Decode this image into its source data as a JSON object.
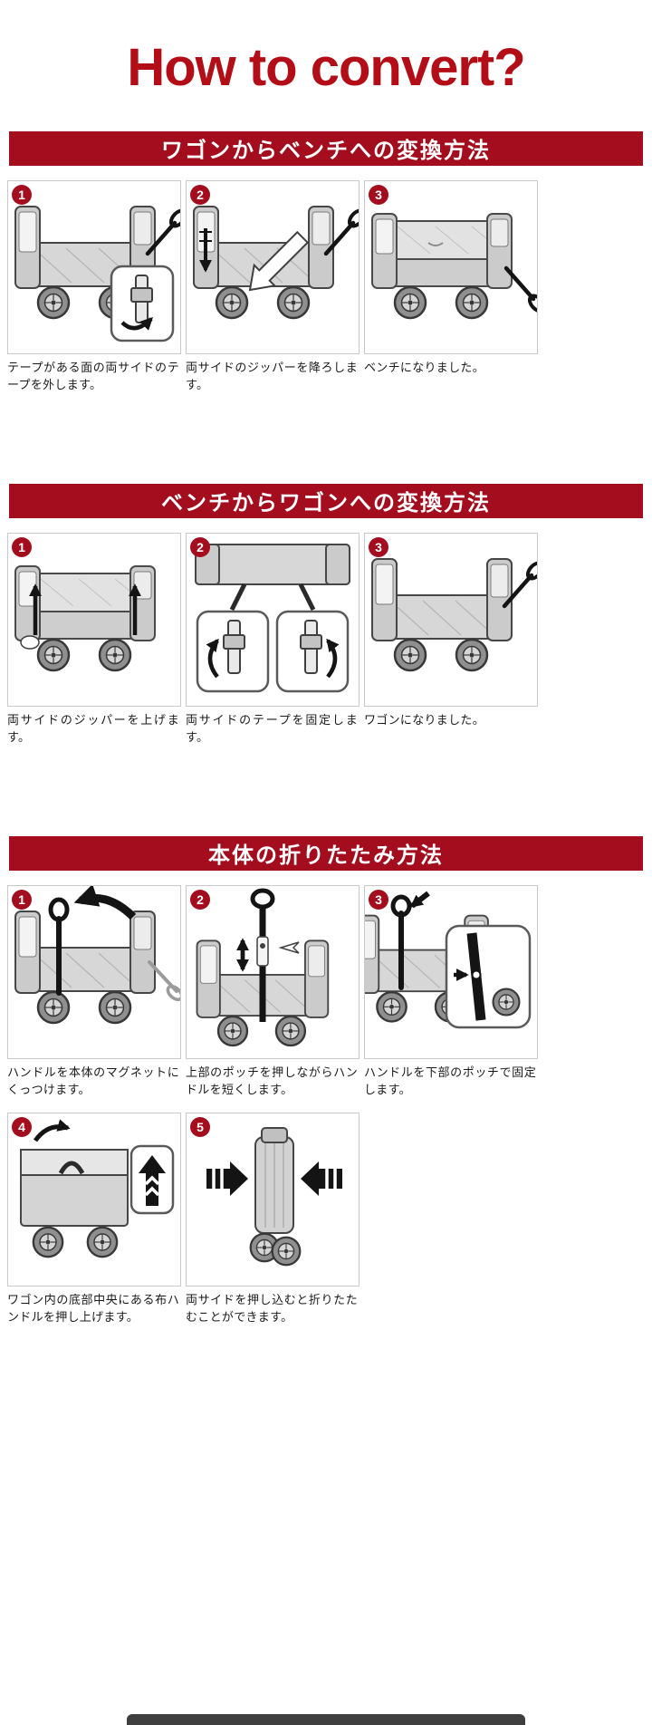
{
  "page": {
    "title": "How to convert?",
    "colors": {
      "title_red": "#b30d17",
      "banner_red": "#a30d1d",
      "badge_red": "#a30d1d",
      "partial_banner": "#3f3f3f"
    }
  },
  "sections": [
    {
      "id": "wagon-to-bench",
      "banner": "ワゴンからベンチへの変換方法",
      "steps": [
        {
          "num": "1",
          "caption": "テープがある面の両サイドのテープを外します。",
          "illustration": "wagon-remove-side-tape"
        },
        {
          "num": "2",
          "caption": "両サイドのジッパーを降ろします。",
          "illustration": "wagon-zippers-down"
        },
        {
          "num": "3",
          "caption": "ベンチになりました。",
          "illustration": "converted-to-bench"
        }
      ]
    },
    {
      "id": "bench-to-wagon",
      "banner": "ベンチからワゴンへの変換方法",
      "steps": [
        {
          "num": "1",
          "caption": "両サイドのジッパーを上げます。",
          "illustration": "bench-zippers-up"
        },
        {
          "num": "2",
          "caption": "両サイドのテープを固定します。",
          "illustration": "fix-side-tapes"
        },
        {
          "num": "3",
          "caption": "ワゴンになりました。",
          "illustration": "converted-to-wagon"
        }
      ]
    },
    {
      "id": "folding",
      "banner": "本体の折りたたみ方法",
      "steps": [
        {
          "num": "1",
          "caption": "ハンドルを本体のマグネットにくっつけます。",
          "illustration": "handle-to-magnet"
        },
        {
          "num": "2",
          "caption": "上部のポッチを押しながらハンドルを短くします。",
          "illustration": "press-upper-knob-shorten-handle"
        },
        {
          "num": "3",
          "caption": "ハンドルを下部のポッチで固定します。",
          "illustration": "lock-handle-lower-knob"
        },
        {
          "num": "4",
          "caption": "ワゴン内の底部中央にある布ハンドルを押し上げます。",
          "illustration": "lift-bottom-fabric-handle"
        },
        {
          "num": "5",
          "caption": "両サイドを押し込むと折りたたむことができます。",
          "illustration": "push-sides-to-fold"
        }
      ]
    }
  ]
}
